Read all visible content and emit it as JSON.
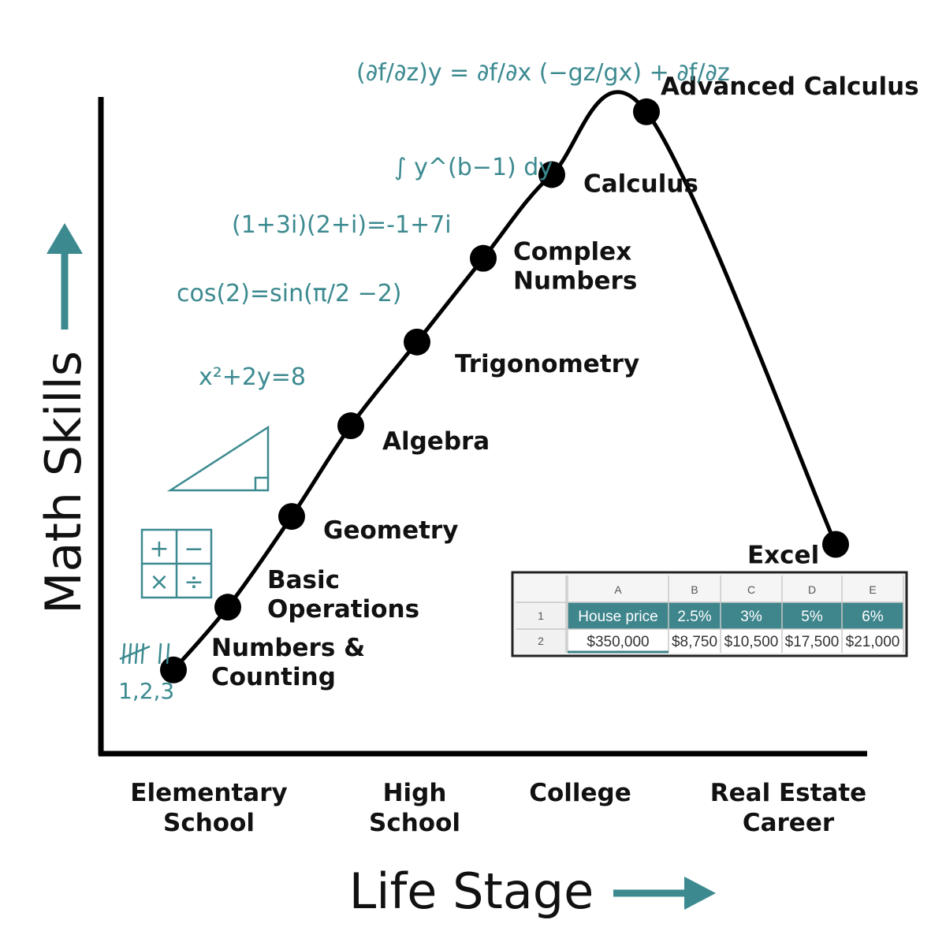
{
  "chart_data": {
    "type": "line",
    "xlabel": "Life Stage",
    "ylabel": "Math Skills",
    "x_categories": [
      "Elementary School",
      "High School",
      "College",
      "Real Estate Career"
    ],
    "grid": false,
    "series": [
      {
        "points": [
          {
            "label": "Numbers & Counting",
            "x": 0.3,
            "y": 1.2
          },
          {
            "label": "Basic Operations",
            "x": 0.53,
            "y": 2.1
          },
          {
            "label": "Geometry",
            "x": 0.8,
            "y": 3.4
          },
          {
            "label": "Algebra",
            "x": 1.05,
            "y": 4.7
          },
          {
            "label": "Trigonometry",
            "x": 1.33,
            "y": 5.9
          },
          {
            "label": "Complex Numbers",
            "x": 1.61,
            "y": 7.1
          },
          {
            "label": "Calculus",
            "x": 1.9,
            "y": 8.3
          },
          {
            "label": "Advanced Calculus",
            "x": 2.3,
            "y": 9.2
          },
          {
            "label": "Excel",
            "x": 3.1,
            "y": 3.0
          }
        ]
      }
    ],
    "colors": {
      "line": "#000000",
      "accent": "#3c8a90",
      "header_fill": "#3e858c"
    }
  },
  "annotations": {
    "formulas": [
      "(∂f/∂z)y = ∂f/∂x (−gz/gx) + ∂f/∂z",
      "∫ y^(b−1) dy",
      "(1+3i)(2+i)=-1+7i",
      "cos(2)=sin(π/2 −2)",
      "x²+2y=8"
    ],
    "counting": [
      "1,2,3"
    ],
    "operations": [
      "+",
      "−",
      "×",
      "÷"
    ]
  },
  "spreadsheet": {
    "columns": [
      "A",
      "B",
      "C",
      "D",
      "E"
    ],
    "rows": [
      {
        "num": "1",
        "cells": [
          "House price",
          "2.5%",
          "3%",
          "5%",
          "6%"
        ]
      },
      {
        "num": "2",
        "cells": [
          "$350,000",
          "$8,750",
          "$10,500",
          "$17,500",
          "$21,000"
        ]
      }
    ]
  }
}
